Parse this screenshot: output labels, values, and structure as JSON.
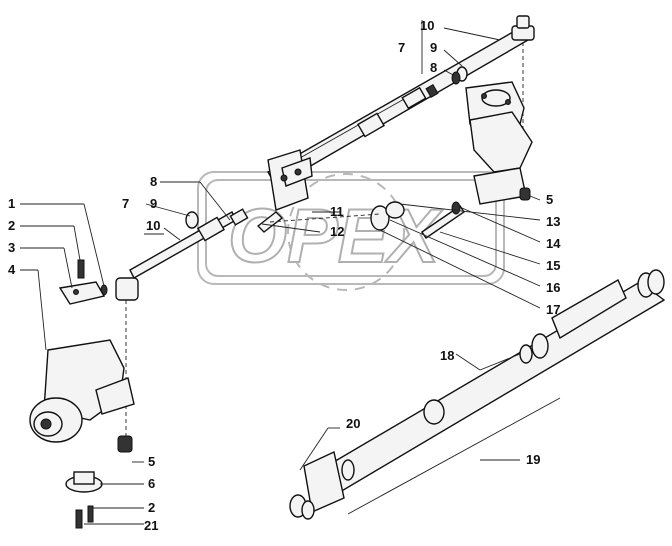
{
  "watermark": {
    "text": "OPEX"
  },
  "labels": {
    "l10_top": "10",
    "l9_top": "9",
    "l8_top": "8",
    "l7_top": "7",
    "l5_right": "5",
    "l13": "13",
    "l14": "14",
    "l15": "15",
    "l16": "16",
    "l17": "17",
    "l8_mid": "8",
    "l7_mid": "7",
    "l9_mid": "9",
    "l10_mid": "10",
    "l11": "11",
    "l12": "12",
    "l1": "1",
    "l2_top": "2",
    "l3": "3",
    "l4": "4",
    "l5_bottom": "5",
    "l6": "6",
    "l2_bottom": "2",
    "l21": "21",
    "l18": "18",
    "l19": "19",
    "l20": "20"
  }
}
